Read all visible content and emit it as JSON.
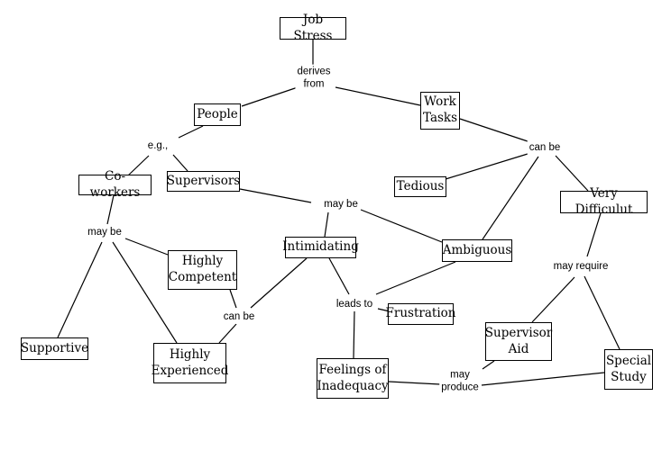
{
  "nodes": {
    "job_stress": "Job Stress",
    "people": "People",
    "work_tasks": "Work\nTasks",
    "co_workers": "Co-workers",
    "supervisors": "Supervisors",
    "tedious": "Tedious",
    "very_difficult": "Very Difficulut",
    "highly_competent": "Highly\nCompetent",
    "intimidating": "Intimidating",
    "ambiguous": "Ambiguous",
    "supportive": "Supportive",
    "highly_experienced": "Highly\nExperienced",
    "frustration": "Frustration",
    "feelings_of_inadequacy": "Feelings of\nInadequacy",
    "supervisor_aid": "Supervisor\nAid",
    "special_study": "Special\nStudy"
  },
  "links": {
    "derives_from": "derives\nfrom",
    "eg": "e.g.,",
    "can_be_tasks": "can be",
    "may_be_supervisors": "may be",
    "may_be_coworkers": "may be",
    "may_require": "may require",
    "can_be_competent": "can be",
    "leads_to": "leads to",
    "may_produce": "may\nproduce"
  }
}
